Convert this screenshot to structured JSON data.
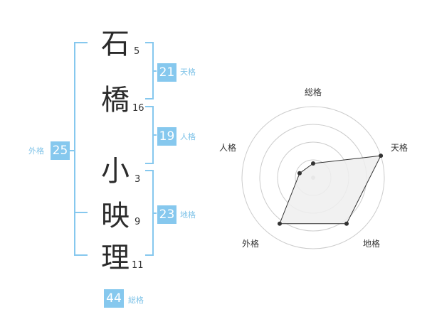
{
  "name": {
    "surname": [
      {
        "char": "石",
        "strokes": "5"
      },
      {
        "char": "橋",
        "strokes": "16"
      }
    ],
    "given": [
      {
        "char": "小",
        "strokes": "3"
      },
      {
        "char": "映",
        "strokes": "9"
      },
      {
        "char": "理",
        "strokes": "11"
      }
    ]
  },
  "fortunes": {
    "tenkaku": {
      "label": "天格",
      "value": "21"
    },
    "jinkaku": {
      "label": "人格",
      "value": "19"
    },
    "chikaku": {
      "label": "地格",
      "value": "23"
    },
    "gaikaku": {
      "label": "外格",
      "value": "25"
    },
    "soukaku": {
      "label": "総格",
      "value": "44"
    }
  },
  "chart_data": {
    "type": "radar",
    "axes": [
      "総格",
      "天格",
      "地格",
      "外格",
      "人格"
    ],
    "values": [
      1,
      5,
      4,
      4,
      1
    ],
    "rmax": 5,
    "rings": 4,
    "colors": {
      "fill": "#efefef",
      "line": "#333333",
      "ring": "#cccccc",
      "center": "#bbbbbb"
    }
  }
}
